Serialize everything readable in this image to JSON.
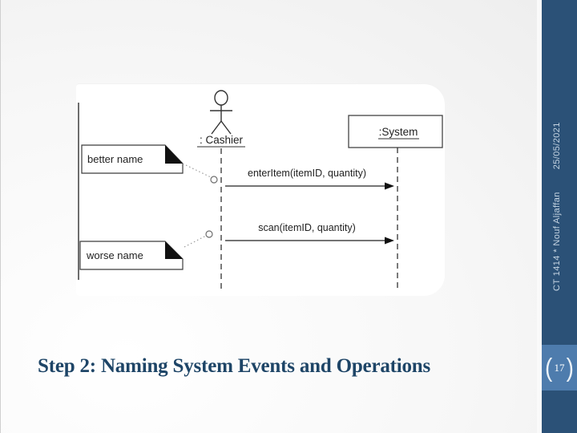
{
  "slide": {
    "title": "Step 2: Naming System Events and Operations",
    "sidebar": {
      "course": "CT 1414 * Nouf Aljaffan",
      "date": "25/05/2021",
      "page_number": "17",
      "paren_open": "(",
      "paren_close": ")"
    },
    "colors": {
      "sidebar_bg": "#2b5177",
      "badge_bg": "#4e7cad",
      "title_text": "#1e4567",
      "sidebar_text": "#c6d5e3"
    }
  },
  "diagram": {
    "type": "uml-sequence-diagram",
    "actor_label": ": Cashier",
    "system_label": ":System",
    "messages": [
      {
        "label": "enterItem(itemID, quantity)",
        "from": "Cashier",
        "to": "System"
      },
      {
        "label": "scan(itemID, quantity)",
        "from": "Cashier",
        "to": "System"
      }
    ],
    "notes": [
      {
        "label": "better name",
        "attached_to": "enterItem message"
      },
      {
        "label": "worse name",
        "attached_to": "scan message"
      }
    ]
  }
}
